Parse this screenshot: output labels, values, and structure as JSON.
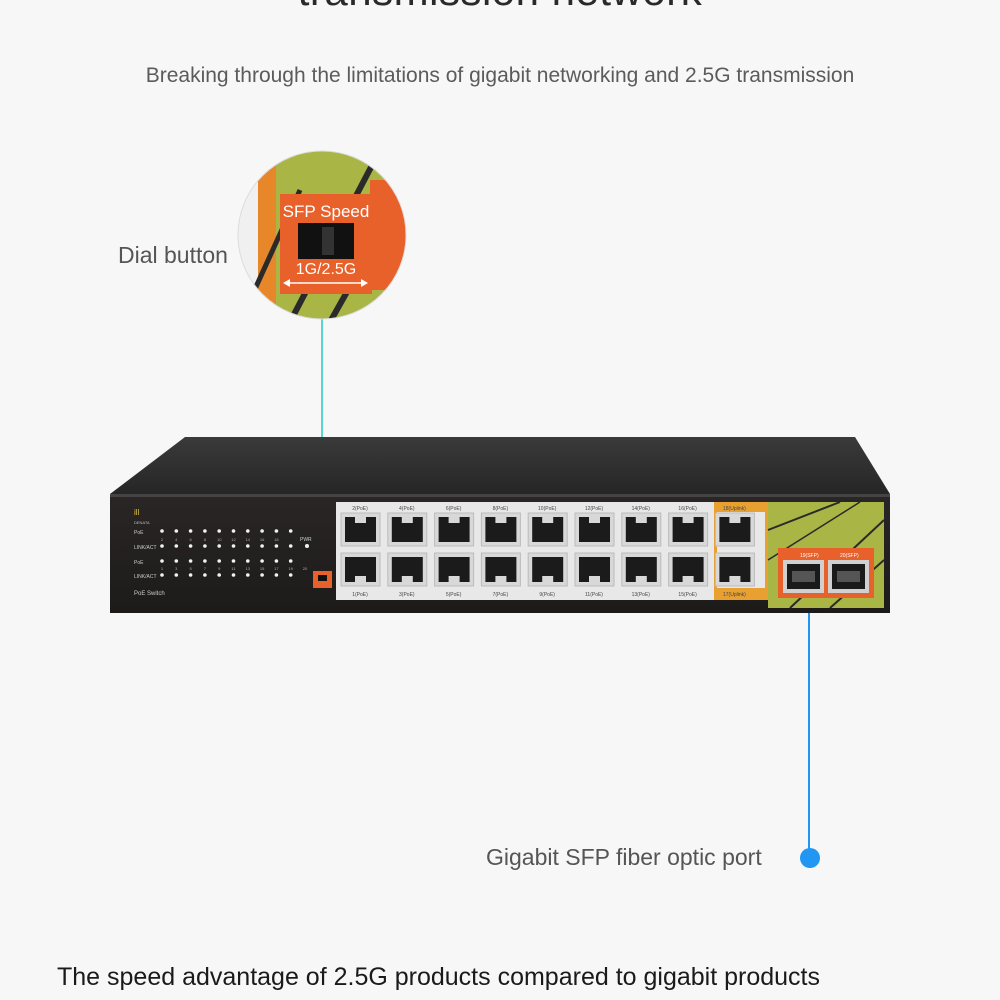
{
  "header": {
    "title": "transmission network",
    "subtitle": "Breaking through the limitations of gigabit networking and 2.5G transmission"
  },
  "callouts": {
    "dial_button_label": "Dial button",
    "sfp_port_label": "Gigabit SFP fiber optic port"
  },
  "zoom": {
    "sfp_speed_title": "SFP Speed",
    "sfp_speed_options": "1G/2.5G"
  },
  "device": {
    "brand": "DENATA",
    "product": "PoE Switch",
    "led_row_labels": [
      "PoE",
      "LINK/ACT",
      "PoE",
      "LINK/ACT"
    ],
    "pwr_label": "PWR",
    "top_numbers": [
      "2",
      "4",
      "6",
      "8",
      "10",
      "12",
      "14",
      "16",
      "18"
    ],
    "bottom_numbers": [
      "1",
      "3",
      "5",
      "7",
      "9",
      "11",
      "13",
      "15",
      "17",
      "19",
      "20"
    ],
    "top_port_labels": [
      "2(PoE)",
      "4(PoE)",
      "6(PoE)",
      "8(PoE)",
      "10(PoE)",
      "12(PoE)",
      "14(PoE)",
      "16(PoE)",
      "18(Uplink)"
    ],
    "bottom_port_labels": [
      "1(PoE)",
      "3(PoE)",
      "5(PoE)",
      "7(PoE)",
      "9(PoE)",
      "11(PoE)",
      "13(PoE)",
      "15(PoE)",
      "17(Uplink)"
    ],
    "sfp_labels": [
      "19(SFP)",
      "20(SFP)"
    ]
  },
  "footer": {
    "text": "The speed advantage of 2.5G products compared to gigabit products"
  },
  "colors": {
    "accent_orange": "#e8602a",
    "lime": "#a9b545",
    "leader_line": "#5ad6d0",
    "blue_dot": "#2196f3",
    "case_dark": "#2b2b2b"
  }
}
